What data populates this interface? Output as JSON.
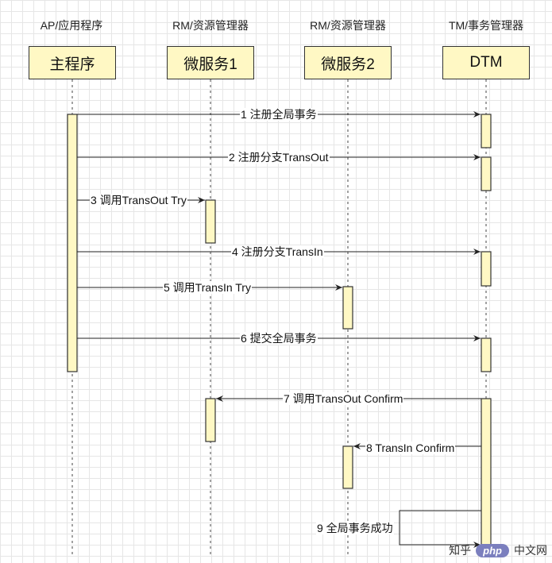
{
  "participants": [
    {
      "role": "AP/应用程序",
      "name": "主程序"
    },
    {
      "role": "RM/资源管理器",
      "name": "微服务1"
    },
    {
      "role": "RM/资源管理器",
      "name": "微服务2"
    },
    {
      "role": "TM/事务管理器",
      "name": "DTM"
    }
  ],
  "messages": [
    {
      "label": "1 注册全局事务",
      "from": "主程序",
      "to": "DTM"
    },
    {
      "label": "2 注册分支TransOut",
      "from": "主程序",
      "to": "DTM"
    },
    {
      "label": "3 调用TransOut Try",
      "from": "主程序",
      "to": "微服务1"
    },
    {
      "label": "4 注册分支TransIn",
      "from": "主程序",
      "to": "DTM"
    },
    {
      "label": "5 调用TransIn Try",
      "from": "主程序",
      "to": "微服务2"
    },
    {
      "label": "6 提交全局事务",
      "from": "主程序",
      "to": "DTM"
    },
    {
      "label": "7 调用TransOut Confirm",
      "from": "DTM",
      "to": "微服务1"
    },
    {
      "label": "8 TransIn Confirm",
      "from": "DTM",
      "to": "微服务2"
    },
    {
      "label": "9 全局事务成功",
      "from": "DTM",
      "to": "DTM"
    }
  ],
  "watermark": {
    "prefix": "知乎",
    "badge": "php",
    "suffix": "中文网"
  },
  "colors": {
    "activation_fill": "#fff8c4",
    "line": "#333333",
    "grid": "#e6e6e6"
  }
}
